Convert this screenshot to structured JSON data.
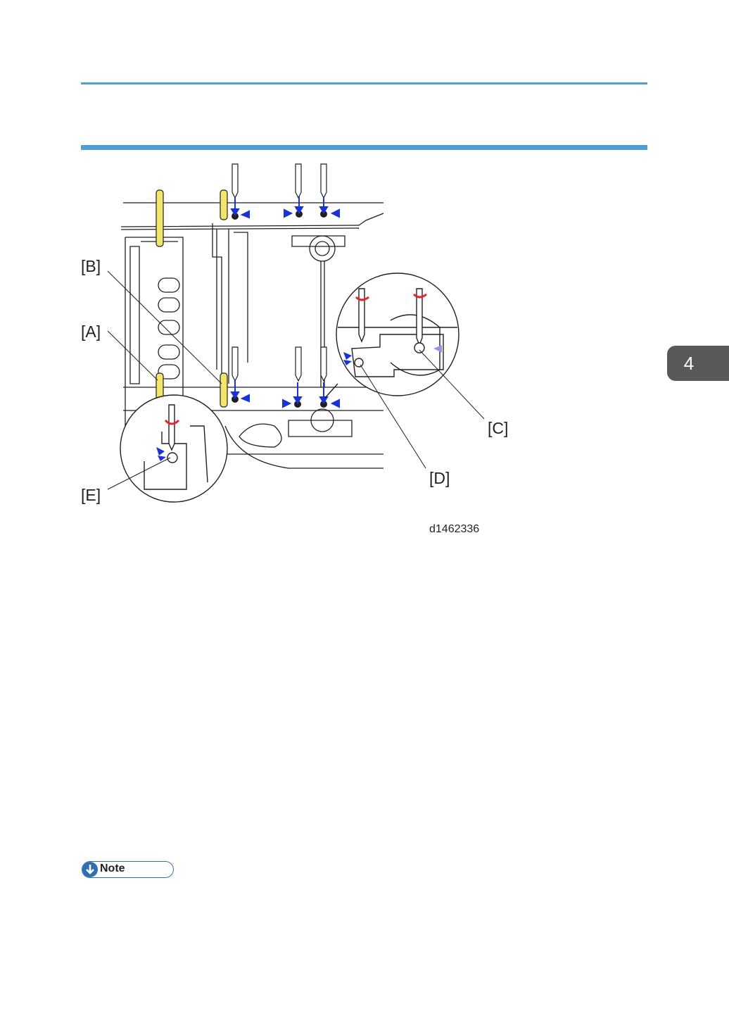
{
  "header": {
    "rule_color": "#4f9fd6"
  },
  "chapter_tab": {
    "number": "4",
    "color": "#58595b"
  },
  "figure": {
    "callouts": {
      "a": "[A]",
      "b": "[B]",
      "c": "[C]",
      "d": "[D]",
      "e": "[E]"
    },
    "figure_code": "d1462336",
    "icons": [
      "screwdriver-icon",
      "turn-arrow-icon",
      "screw-icon"
    ],
    "colors": {
      "pin_yellow": "#f3e56a",
      "arrow_blue": "#1a33d9",
      "turn_red": "#e0262e",
      "line_dark": "#231f20"
    }
  },
  "note": {
    "label": "Note",
    "color": "#2f6fb1"
  }
}
